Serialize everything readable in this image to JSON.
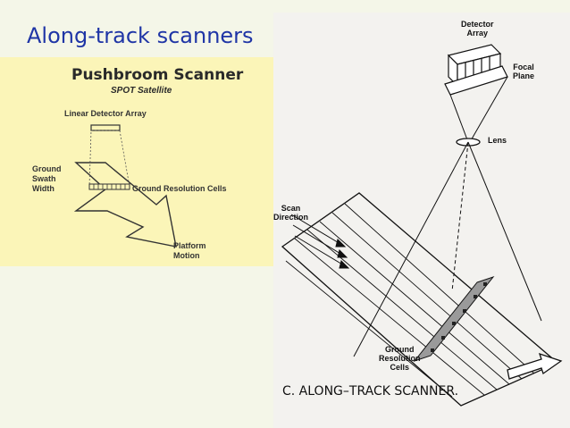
{
  "slide": {
    "title": "Along-track scanners"
  },
  "pushbroom": {
    "title": "Pushbroom Scanner",
    "subtitle": "SPOT Satellite",
    "labels": {
      "detector_array": "Linear Detector Array",
      "ground_swath_width": "Ground\nSwath\nWidth",
      "resolution_cells": "Ground Resolution Cells",
      "platform_motion": "Platform\nMotion"
    }
  },
  "along_track": {
    "labels": {
      "detector_array": "Detector\nArray",
      "focal_plane": "Focal\nPlane",
      "lens": "Lens",
      "scan_direction": "Scan\nDirection",
      "ground_resolution_cells": "Ground\nResolution\nCells"
    },
    "caption": "C.  ALONG–TRACK SCANNER."
  }
}
